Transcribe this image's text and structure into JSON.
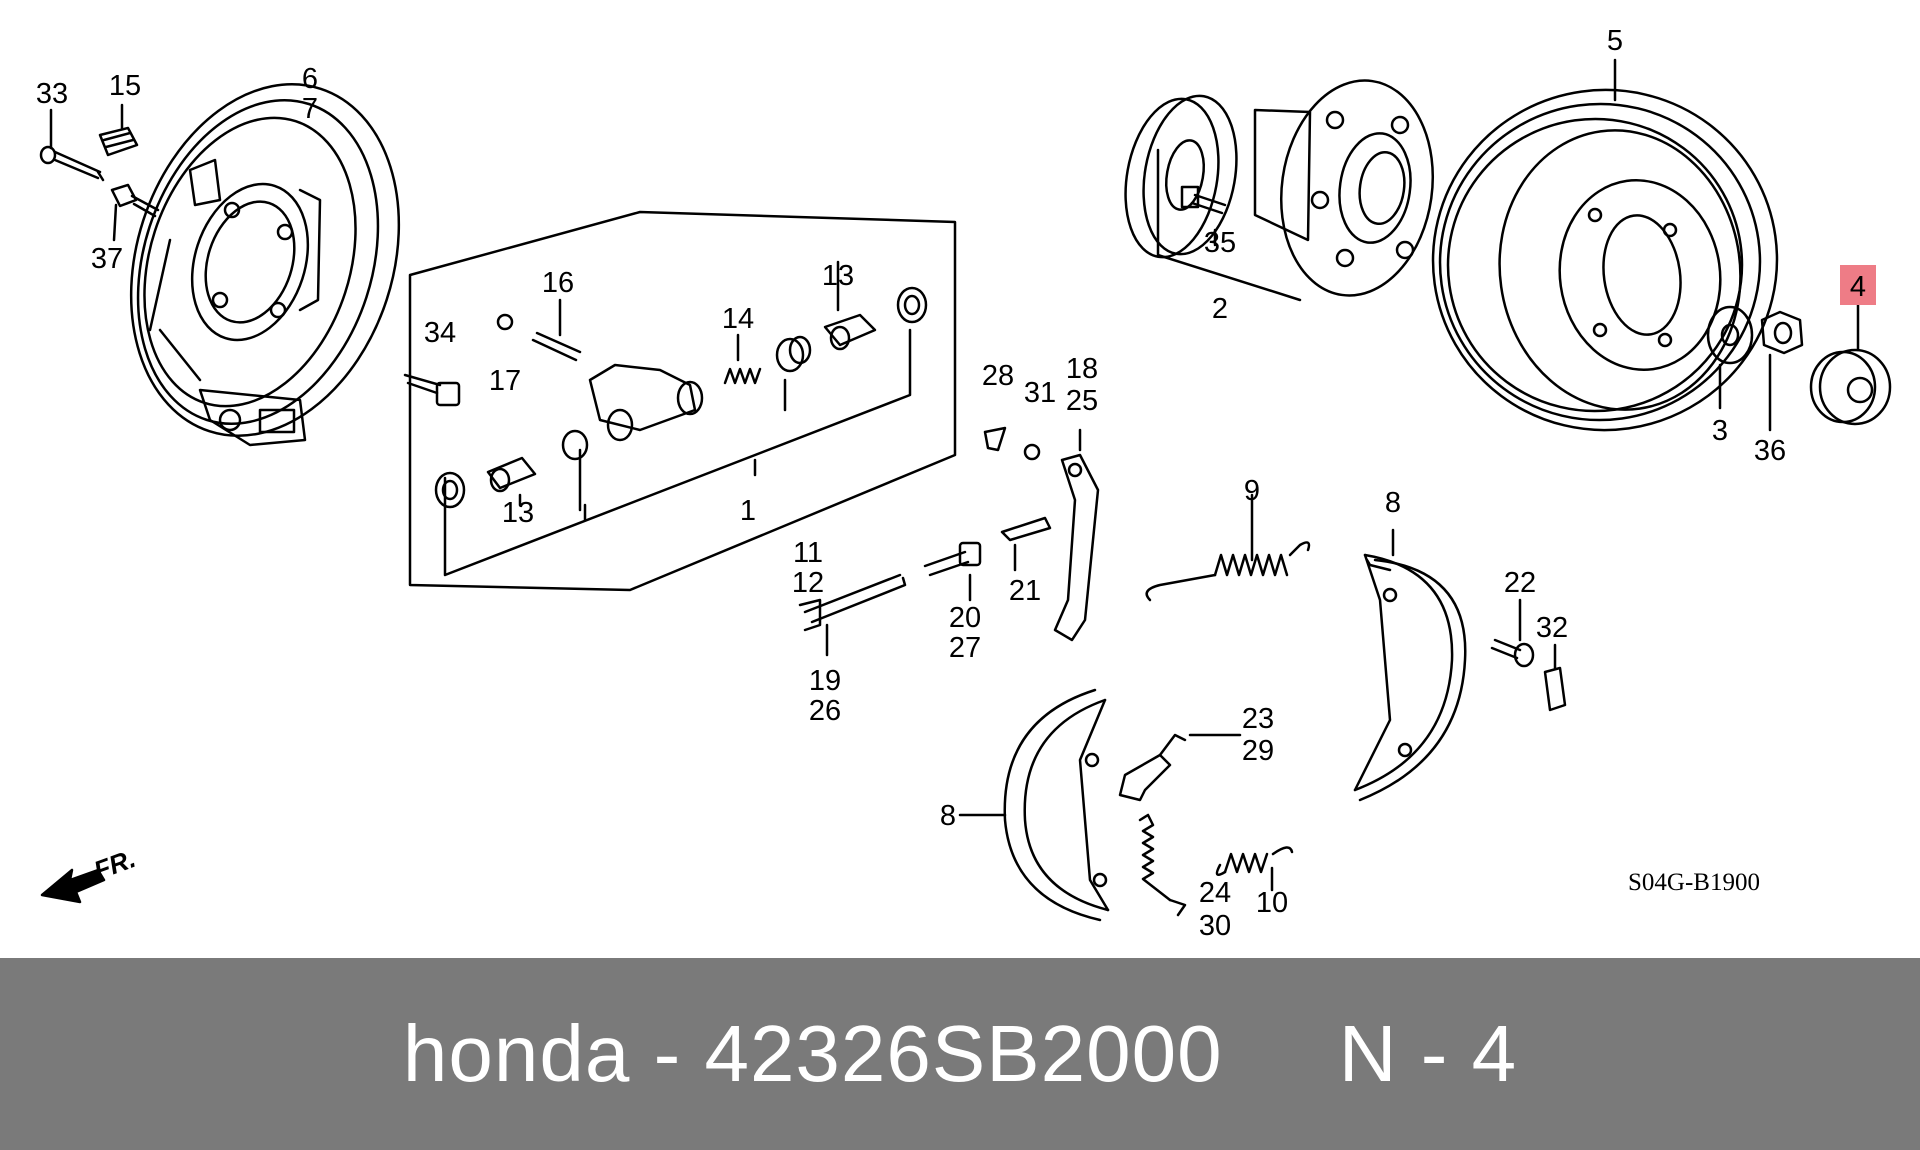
{
  "diagram": {
    "drawing_code": "S04G-B1900",
    "front_label": "FR.",
    "highlight_color": "#ee7c86",
    "highlighted_callout": "4",
    "callouts": {
      "c1": "1",
      "c2": "2",
      "c3": "3",
      "c4": "4",
      "c5": "5",
      "c6": "6",
      "c7": "7",
      "c8a": "8",
      "c8b": "8",
      "c9": "9",
      "c10": "10",
      "c11": "11",
      "c12": "12",
      "c13a": "13",
      "c13b": "13",
      "c14": "14",
      "c15": "15",
      "c16": "16",
      "c17": "17",
      "c18": "18",
      "c19": "19",
      "c20": "20",
      "c21": "21",
      "c22": "22",
      "c23": "23",
      "c24": "24",
      "c25": "25",
      "c26": "26",
      "c27": "27",
      "c28": "28",
      "c29": "29",
      "c30": "30",
      "c31": "31",
      "c32": "32",
      "c33": "33",
      "c34": "34",
      "c35": "35",
      "c36": "36",
      "c37": "37"
    }
  },
  "banner": {
    "text": "honda - 42326SB2000     N - 4",
    "background": "#7a7a7a"
  }
}
